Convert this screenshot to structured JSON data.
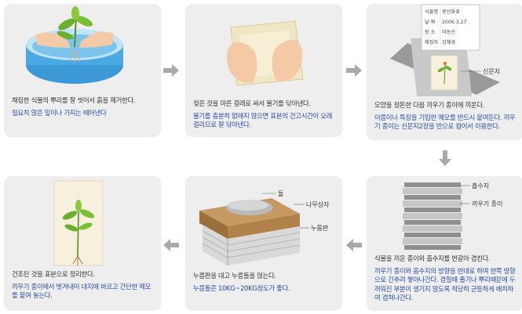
{
  "steps": [
    {
      "main": "채집한 식물의 뿌리를 잘 씻어서 흙을 제거한다.",
      "sub": "필요치 않은 잎이나 가지는 떼어낸다"
    },
    {
      "main": "젖은 것을 마른 걸레로 싸서 물기를 닦아낸다.",
      "sub": "물기를 충분히 없애지 않으면 표본의 건고시간이 오래걸리므로 잘 닦아낸다."
    },
    {
      "main": "모양을 정돈한 다음 끼우기 종이에 끼운다.",
      "sub": "이름이나 특징을 기입한 메모를 반드시 붙여둔다. 끼우기 종이는 신문지2장을 반으로 접어서 이용한다."
    },
    {
      "main": "식물을 끼운 종이와 흡수지를 번갈아 겹친다.",
      "sub": "끼우기 종이와 흡수지의 방향을 반대로 하여 한쪽 방향으로 긴추려 쌓아나간다. 겹칠때 줄기나 뿌리때문에 두꺼워진 부분이 생기지 않도록 적당히 균등하게 배치하여 겹쳐나간다."
    },
    {
      "main": "누름판을 대고 누름돌을 얹는다.",
      "sub": "누름돌은 10KG~20KG정도가 좋다."
    },
    {
      "main": "건조된 것을 표본으로 정리한다.",
      "sub": "끼우기 종이에서 벗겨내어 대지에 바르고 간단한 메모를 붙여 놓는다."
    }
  ],
  "memo": {
    "rows": [
      {
        "label": "식물명",
        "value": "봉선화꽃"
      },
      {
        "label": "날  짜",
        "value": "2006.3.27"
      },
      {
        "label": "장  소",
        "value": "미동산"
      },
      {
        "label": "채집자",
        "value": "김혜경"
      }
    ]
  },
  "labels": {
    "newspaper": "신문지",
    "absorbent": "흡수지",
    "insert_paper": "끼우기 종이",
    "stone": "돌",
    "board": "나무상자",
    "press": "누름판"
  },
  "icons": [
    "arrow-right-icon",
    "arrow-down-icon",
    "arrow-left-icon"
  ],
  "colors": {
    "card": "#eeeeee",
    "arrow": "#a9a9a9",
    "main_text": "#333333",
    "sub_text": "#2a4aa8"
  }
}
